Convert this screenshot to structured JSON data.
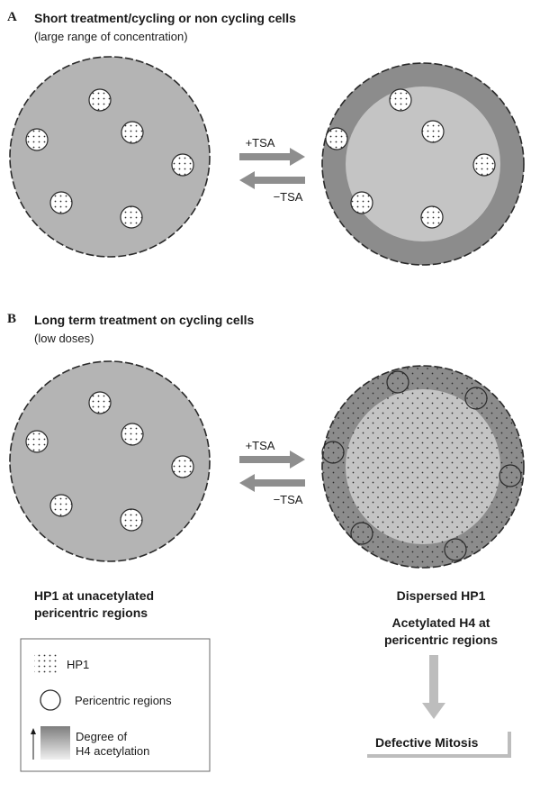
{
  "panel_a": {
    "letter": "A",
    "title": "Short treatment/cycling or non cycling cells",
    "subtitle": "(large range of concentration)"
  },
  "panel_b": {
    "letter": "B",
    "title": "Long term treatment on cycling cells",
    "subtitle": "(low doses)"
  },
  "arrows": {
    "forward_label": "+TSA",
    "reverse_label": "−TSA"
  },
  "captions": {
    "left_line1": "HP1 at unacetylated",
    "left_line2": "pericentric regions",
    "dispersed": "Dispersed HP1",
    "acetylated_line1": "Acetylated H4 at",
    "acetylated_line2": "pericentric regions",
    "outcome": "Defective Mitosis"
  },
  "legend": {
    "hp1": "HP1",
    "pericentric": "Pericentric regions",
    "acetylation_line1": "Degree of",
    "acetylation_line2": "H4 acetylation"
  },
  "colors": {
    "nucleus_fill": "#b4b4b4",
    "acetylated_rim": "#8c8c8c",
    "inner_light": "#c4c4c4",
    "arrow": "#8e8e8e",
    "outline": "#2a2a2a"
  }
}
